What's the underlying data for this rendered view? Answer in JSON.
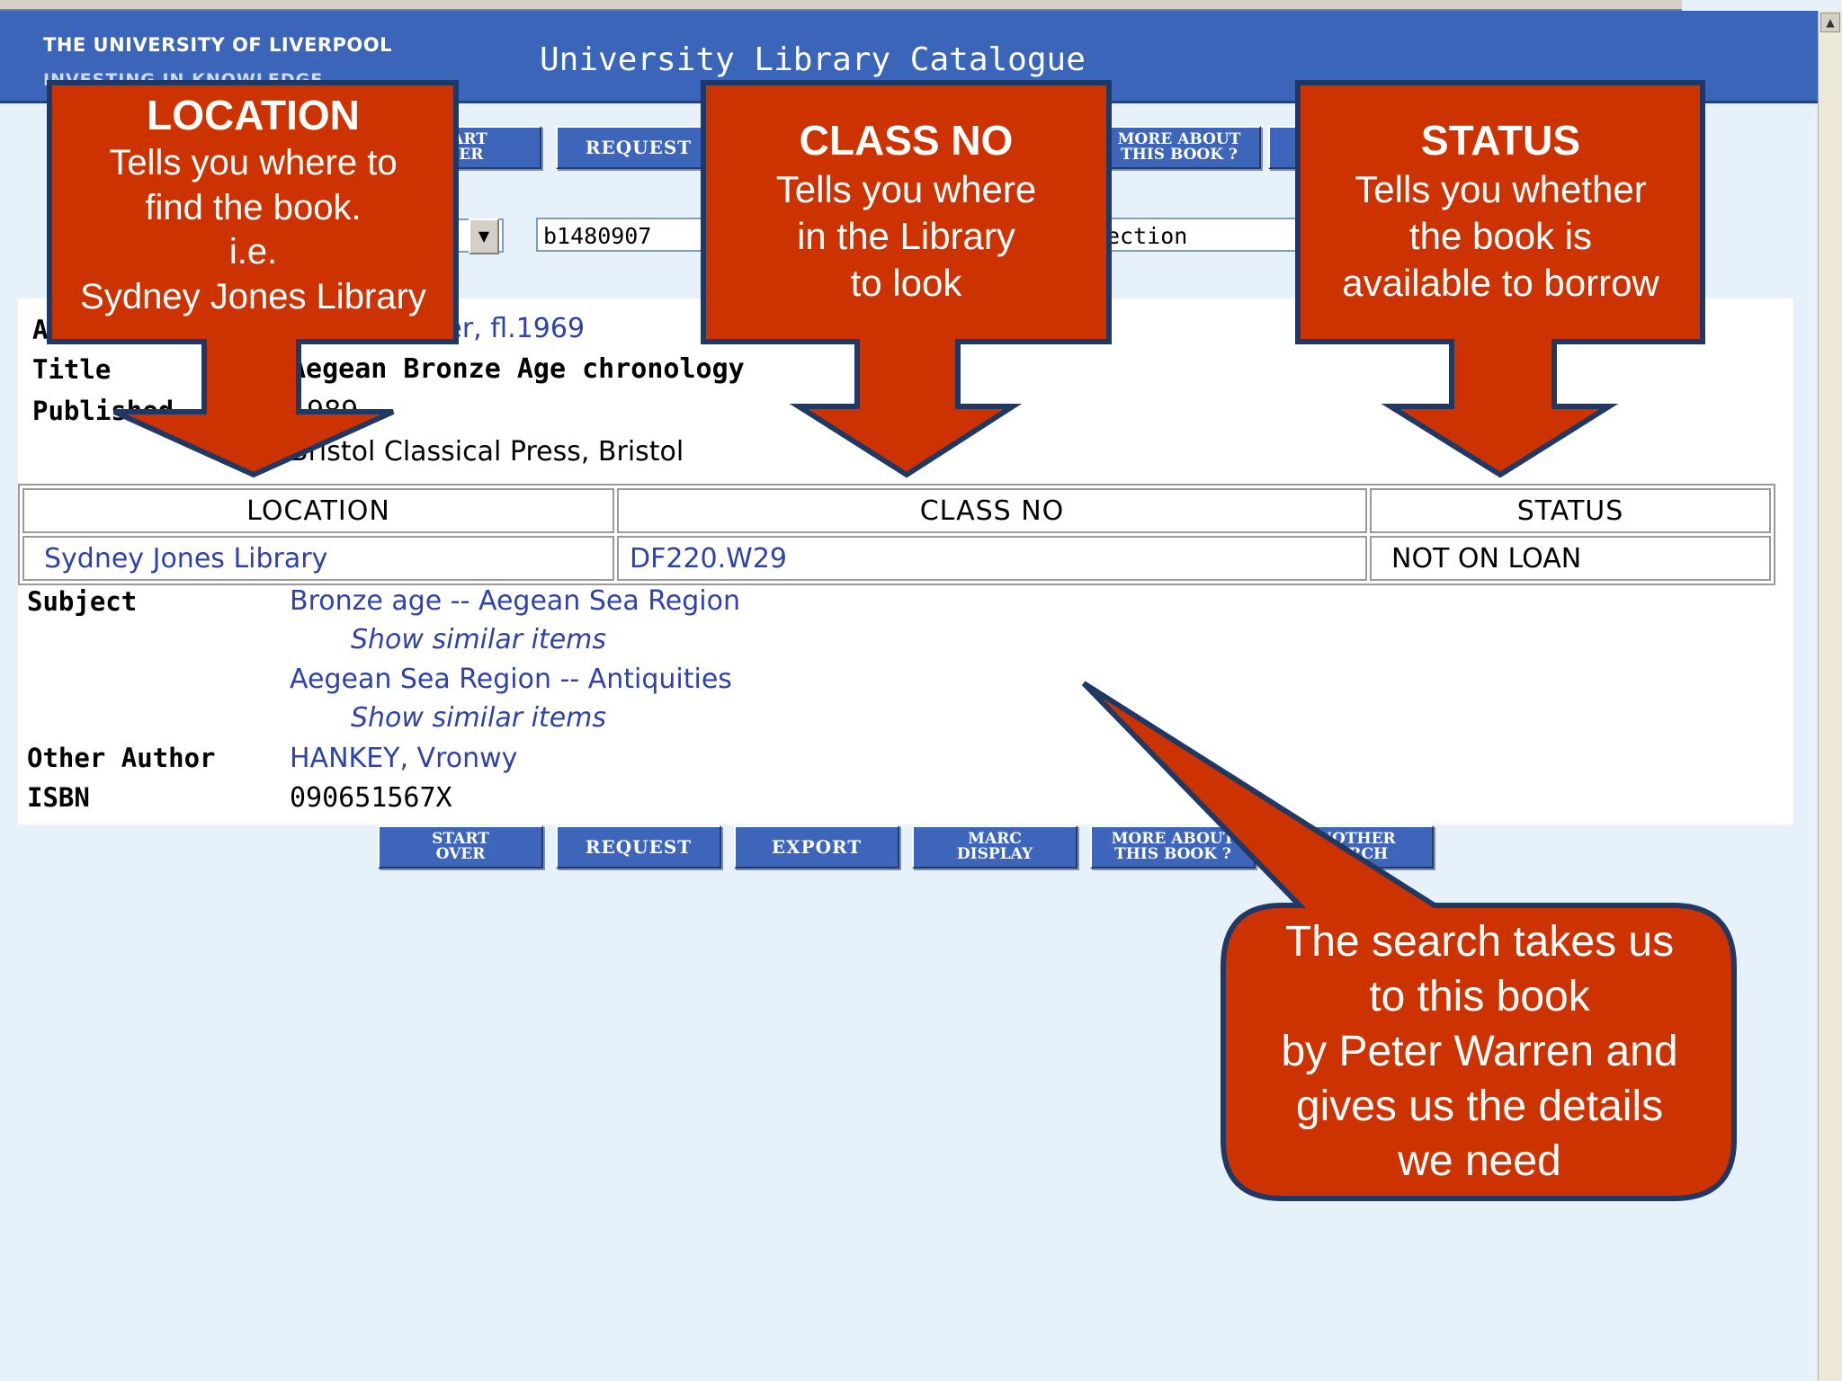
{
  "header": {
    "university": "THE UNIVERSITY OF LIVERPOOL",
    "motto": "INVESTING IN KNOWLEDGE",
    "title": "University Library Catalogue"
  },
  "toolbar_top": {
    "start_over_line1": "START",
    "start_over_line2": "OVER",
    "request": "REQUEST",
    "more_about_line1": "MORE ABOUT",
    "more_about_line2": "THIS BOOK ?"
  },
  "search": {
    "query_value": "b1480907",
    "scope_value": "ection"
  },
  "record": {
    "author_label": "Author",
    "author_value": "Warren, Peter, fl.1969",
    "title_label": "Title",
    "title_value": "Aegean Bronze Age chronology",
    "published_label": "Published",
    "published_year": "1989",
    "published_value": "Bristol Classical Press, Bristol"
  },
  "holdings": {
    "headers": [
      "LOCATION",
      "CLASS NO",
      "STATUS"
    ],
    "rows": [
      [
        "Sydney Jones Library",
        "DF220.W29",
        "NOT ON LOAN"
      ]
    ]
  },
  "details": {
    "subject_label": "Subject",
    "subjects": [
      "Bronze age -- Aegean Sea Region",
      "Aegean Sea Region -- Antiquities"
    ],
    "show_similar": "Show similar items",
    "other_author_label": "Other Author",
    "other_author_value": "HANKEY, Vronwy",
    "isbn_label": "ISBN",
    "isbn_value": "090651567X"
  },
  "toolbar_bottom": {
    "start_over_line1": "START",
    "start_over_line2": "OVER",
    "request": "REQUEST",
    "export": "EXPORT",
    "marc_line1": "MARC",
    "marc_line2": "DISPLAY",
    "more_about_line1": "MORE ABOUT",
    "more_about_line2": "THIS BOOK ?",
    "another_line1": "ANOTHER",
    "another_line2": "SEARCH"
  },
  "callouts": {
    "location_heading": "LOCATION",
    "location_lines": [
      "Tells you where to",
      "find the book.",
      "i.e.",
      "Sydney Jones Library"
    ],
    "classno_heading": "CLASS NO",
    "classno_lines": [
      "Tells you where",
      "in the Library",
      "to look"
    ],
    "status_heading": "STATUS",
    "status_lines": [
      "Tells you whether",
      "the book is",
      "available to borrow"
    ],
    "speech_lines": [
      "The search takes us",
      "to this book",
      "by Peter Warren and",
      "gives us the details",
      "we need"
    ]
  },
  "colors": {
    "header_blue": "#3b65b9",
    "callout_red": "#cc3300",
    "callout_border": "#1f3864",
    "link_blue": "#2f42a8"
  }
}
